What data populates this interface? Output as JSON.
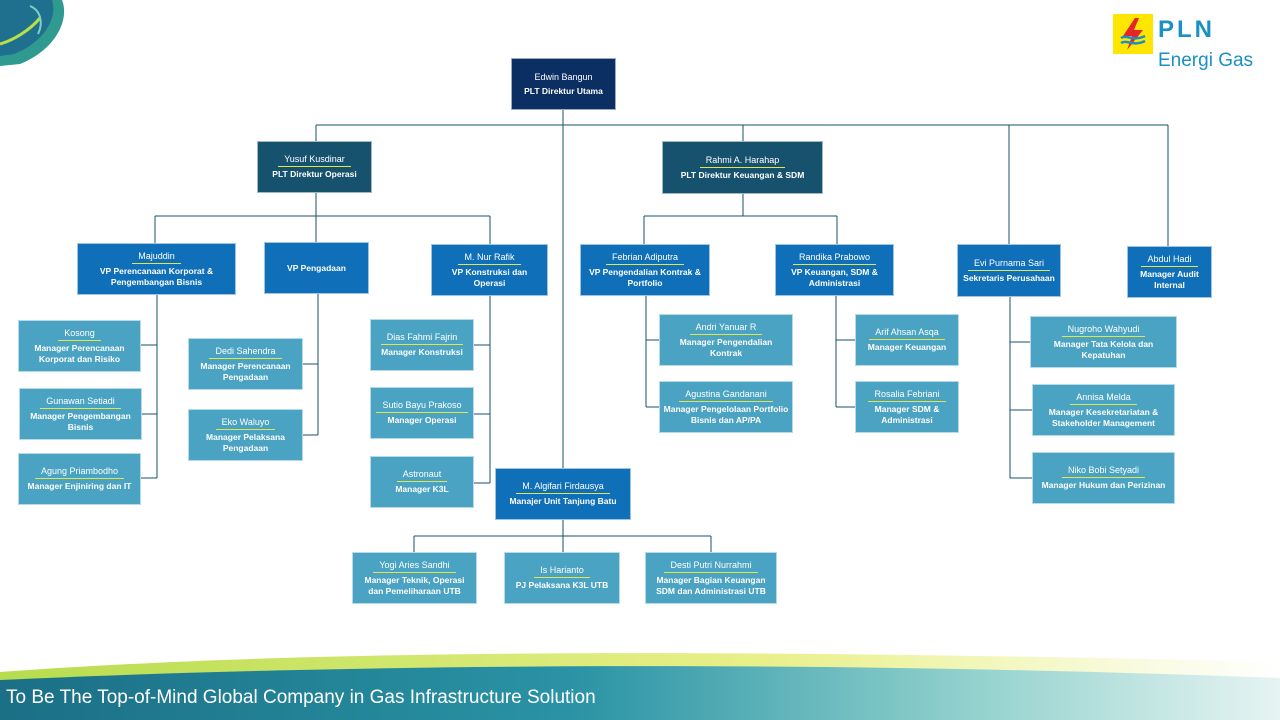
{
  "brand": {
    "name": "PLN",
    "subtitle": "Energi Gas",
    "colors": {
      "yellow": "#ffe600",
      "blue": "#1a90c4"
    }
  },
  "tagline": "To Be The Top-of-Mind Global Company in Gas Infrastructure Solution",
  "colors": {
    "navy": "#0b2e63",
    "dark_teal": "#16526e",
    "blue": "#0f6fb8",
    "light_teal": "#4aa3c2",
    "name_underline": "#e3e64a",
    "connector": "#16526e"
  },
  "nodes": {
    "dirut": {
      "name": "Edwin Bangun",
      "title": "PLT Direktur Utama"
    },
    "dirops": {
      "name": "Yusuf Kusdinar",
      "title": "PLT Direktur Operasi"
    },
    "dirkeu": {
      "name": "Rahmi A. Harahap",
      "title": "PLT Direktur Keuangan & SDM"
    },
    "vp_perencanaan": {
      "name": "Majuddin",
      "title": "VP Perencanaan Korporat & Pengembangan Bisnis"
    },
    "vp_pengadaan": {
      "name": "",
      "title": "VP Pengadaan"
    },
    "vp_konstruksi": {
      "name": "M. Nur Rafik",
      "title": "VP Konstruksi dan Operasi"
    },
    "vp_pengendalian": {
      "name": "Febrian Adiputra",
      "title": "VP Pengendalian Kontrak & Portfolio"
    },
    "vp_keuangan": {
      "name": "Randika Prabowo",
      "title": "VP Keuangan, SDM & Administrasi"
    },
    "sekper": {
      "name": "Evi Purnama Sari",
      "title": "Sekretaris Perusahaan"
    },
    "audit": {
      "name": "Abdul Hadi",
      "title": "Manager Audit Internal"
    },
    "kosong": {
      "name": "Kosong",
      "title": "Manager Perencanaan Korporat dan Risiko"
    },
    "gunawan": {
      "name": "Gunawan Setiadi",
      "title": "Manager Pengembangan Bisnis"
    },
    "agung": {
      "name": "Agung Priambodho",
      "title": "Manager Enjiniring dan IT"
    },
    "dedi": {
      "name": "Dedi Sahendra",
      "title": "Manager Perencanaan Pengadaan"
    },
    "eko": {
      "name": "Eko Waluyo",
      "title": "Manager Pelaksana Pengadaan"
    },
    "dias": {
      "name": "Dias Fahmi Fajrin",
      "title": "Manager Konstruksi"
    },
    "sutio": {
      "name": "Sutio Bayu Prakoso",
      "title": "Manager Operasi"
    },
    "astronaut": {
      "name": "Astronaut",
      "title": "Manager K3L"
    },
    "andri": {
      "name": "Andri Yanuar R",
      "title": "Manager Pengendalian Kontrak"
    },
    "agustina": {
      "name": "Agustina Gandanani",
      "title": "Manager Pengelolaan Portfolio Bisnis dan AP/PA"
    },
    "arif": {
      "name": "Arif Ahsan Asqa",
      "title": "Manager Keuangan"
    },
    "rosalia": {
      "name": "Rosalia Febriani",
      "title": "Manager SDM & Administrasi"
    },
    "nugroho": {
      "name": "Nugroho Wahyudi",
      "title": "Manager Tata Kelola dan Kepatuhan"
    },
    "annisa": {
      "name": "Annisa Melda",
      "title": "Manager Kesekretariatan & Stakeholder Management"
    },
    "niko": {
      "name": "Niko Bobi Setyadi",
      "title": "Manager Hukum dan Perizinan"
    },
    "algifari": {
      "name": "M. Algifari Firdausya",
      "title": "Manajer Unit Tanjung Batu"
    },
    "yogi": {
      "name": "Yogi Aries Sandhi",
      "title": "Manager Teknik, Operasi dan Pemeliharaan UTB"
    },
    "is": {
      "name": "Is Harianto",
      "title": "PJ Pelaksana K3L UTB"
    },
    "desti": {
      "name": "Desti Putri Nurrahmi",
      "title": "Manager Bagian Keuangan SDM dan Administrasi UTB"
    }
  }
}
